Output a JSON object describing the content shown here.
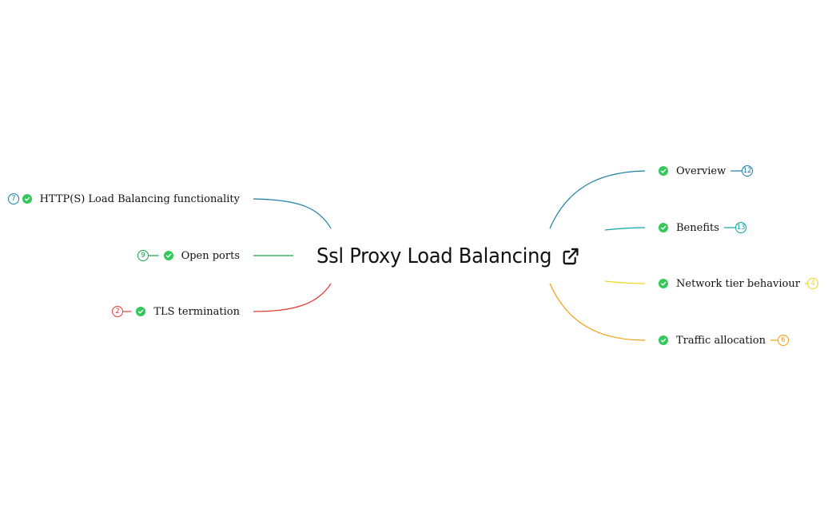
{
  "root": {
    "title": "Ssl Proxy Load Balancing",
    "link_icon": "external-link-icon"
  },
  "branches": {
    "left": [
      {
        "id": "http-load-balancing",
        "label": "HTTP(S) Load Balancing functionality",
        "count": "7",
        "color": "#1a7fa8"
      },
      {
        "id": "open-ports",
        "label": "Open ports",
        "count": "9",
        "color": "#16a34a"
      },
      {
        "id": "tls-termination",
        "label": "TLS termination",
        "count": "2",
        "color": "#e53935"
      }
    ],
    "right": [
      {
        "id": "overview",
        "label": "Overview",
        "count": "12",
        "color": "#1a7fa8"
      },
      {
        "id": "benefits",
        "label": "Benefits",
        "count": "13",
        "color": "#0fa3a3"
      },
      {
        "id": "network-tier-behaviour",
        "label": "Network tier behaviour",
        "count": "4",
        "color": "#ead81e"
      },
      {
        "id": "traffic-allocation",
        "label": "Traffic allocation",
        "count": "6",
        "color": "#f59e0b"
      }
    ]
  },
  "icons": {
    "node_status": "check-circle-icon"
  }
}
